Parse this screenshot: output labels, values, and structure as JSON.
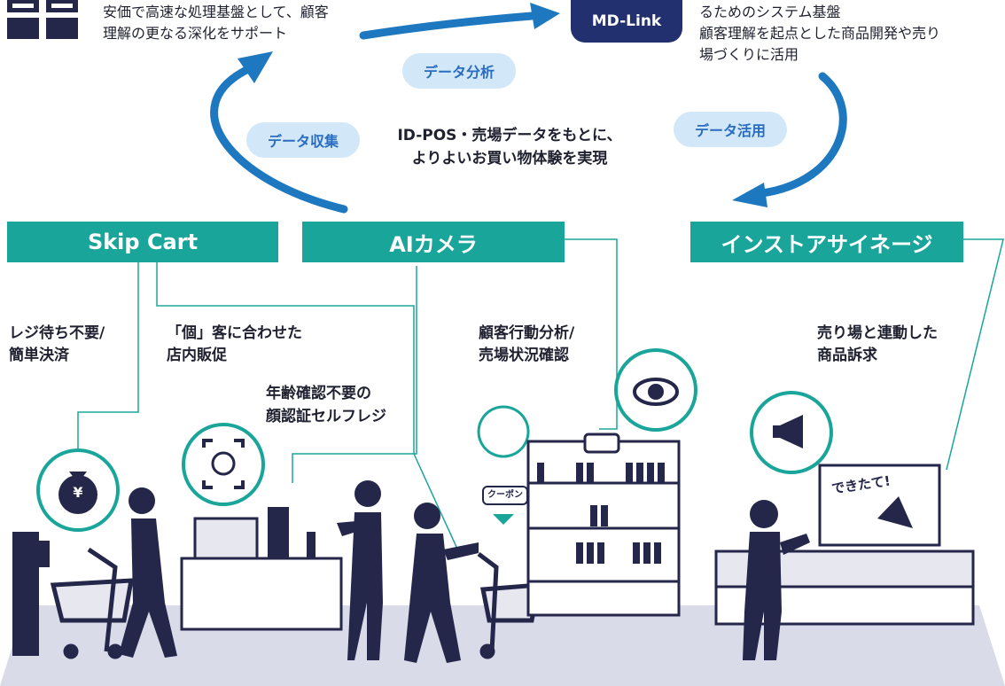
{
  "top": {
    "left_desc_1": "安価で高速な処理基盤として、顧客",
    "left_desc_2": "理解の更なる深化をサポート",
    "mdlink_label": "MD-Link",
    "right_desc_1": "るためのシステム基盤",
    "right_desc_2": "顧客理解を起点とした商品開発や売り",
    "right_desc_3": "場づくりに活用"
  },
  "cycle": {
    "analysis": "データ分析",
    "collect": "データ収集",
    "use": "データ活用",
    "center_1": "ID-POS・売場データをもとに、",
    "center_2": "よりよいお買い物体験を実現"
  },
  "solutions": {
    "skip_cart": "Skip Cart",
    "ai_camera": "AIカメラ",
    "signage": "インストアサイネージ"
  },
  "features": {
    "f1_1": "レジ待ち不要/",
    "f1_2": "簡単決済",
    "f2_1": "「個」客に合わせた",
    "f2_2": "店内販促",
    "f3_1": "年齢確認不要の",
    "f3_2": "顔認証セルフレジ",
    "f4_1": "顧客行動分析/",
    "f4_2": "売場状況確認",
    "f5_1": "売り場と連動した",
    "f5_2": "商品訴求"
  },
  "scene": {
    "coupon_label": "クーポン",
    "poster_text": "できたて!",
    "yen_symbol": "¥"
  },
  "colors": {
    "navy": "#24264a",
    "teal": "#1aa59a",
    "blue_arrow": "#1d78c0",
    "floor": "#d9dbe9"
  }
}
